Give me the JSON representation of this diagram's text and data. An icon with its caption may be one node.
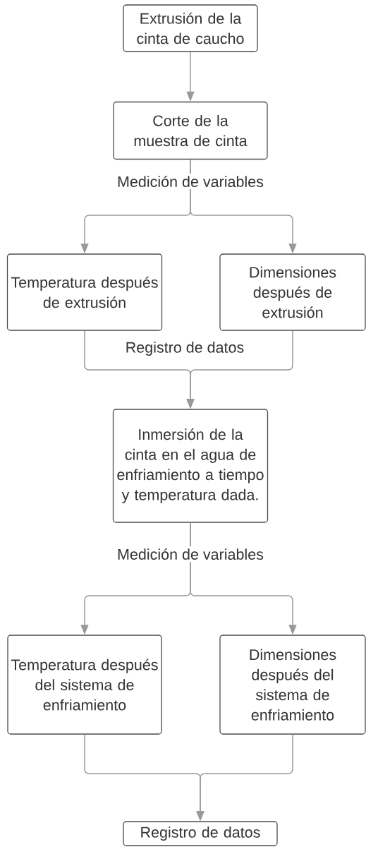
{
  "diagram": {
    "nodes": [
      {
        "text": [
          "Extrusión de la cinta de caucho"
        ]
      },
      {
        "text": [
          "Corte de la muestra de cinta"
        ]
      },
      {
        "text": [
          "Temperatura después de extrusión"
        ]
      },
      {
        "text": [
          "Dimensiones después de extrusión"
        ]
      },
      {
        "text": [
          "Inmersión de la cinta en el agua de enfriamiento a tiempo y temperatura dada."
        ]
      },
      {
        "text": [
          "Temperatura después del sistema de enfriamiento"
        ]
      },
      {
        "text": [
          "Dimensiones después del sistema de enfriamiento"
        ]
      },
      {
        "text": [
          "Registro de datos"
        ]
      }
    ],
    "edges": [
      {
        "from": 0,
        "to": 1,
        "arrow": "to"
      },
      {
        "from": 1,
        "to": 2,
        "arrow": "to",
        "label": "Medición de variables"
      },
      {
        "from": 1,
        "to": 3,
        "arrow": "to"
      },
      {
        "from": 2,
        "to": 4,
        "arrow": "to",
        "label": "Registro de datos"
      },
      {
        "from": 3,
        "to": 4,
        "arrow": "to"
      },
      {
        "from": 4,
        "to": 5,
        "arrow": "to",
        "label": "Medición de variables"
      },
      {
        "from": 4,
        "to": 6,
        "arrow": "to"
      },
      {
        "from": 5,
        "to": 7,
        "arrow": "to"
      },
      {
        "from": 6,
        "to": 7,
        "arrow": "to"
      }
    ]
  }
}
